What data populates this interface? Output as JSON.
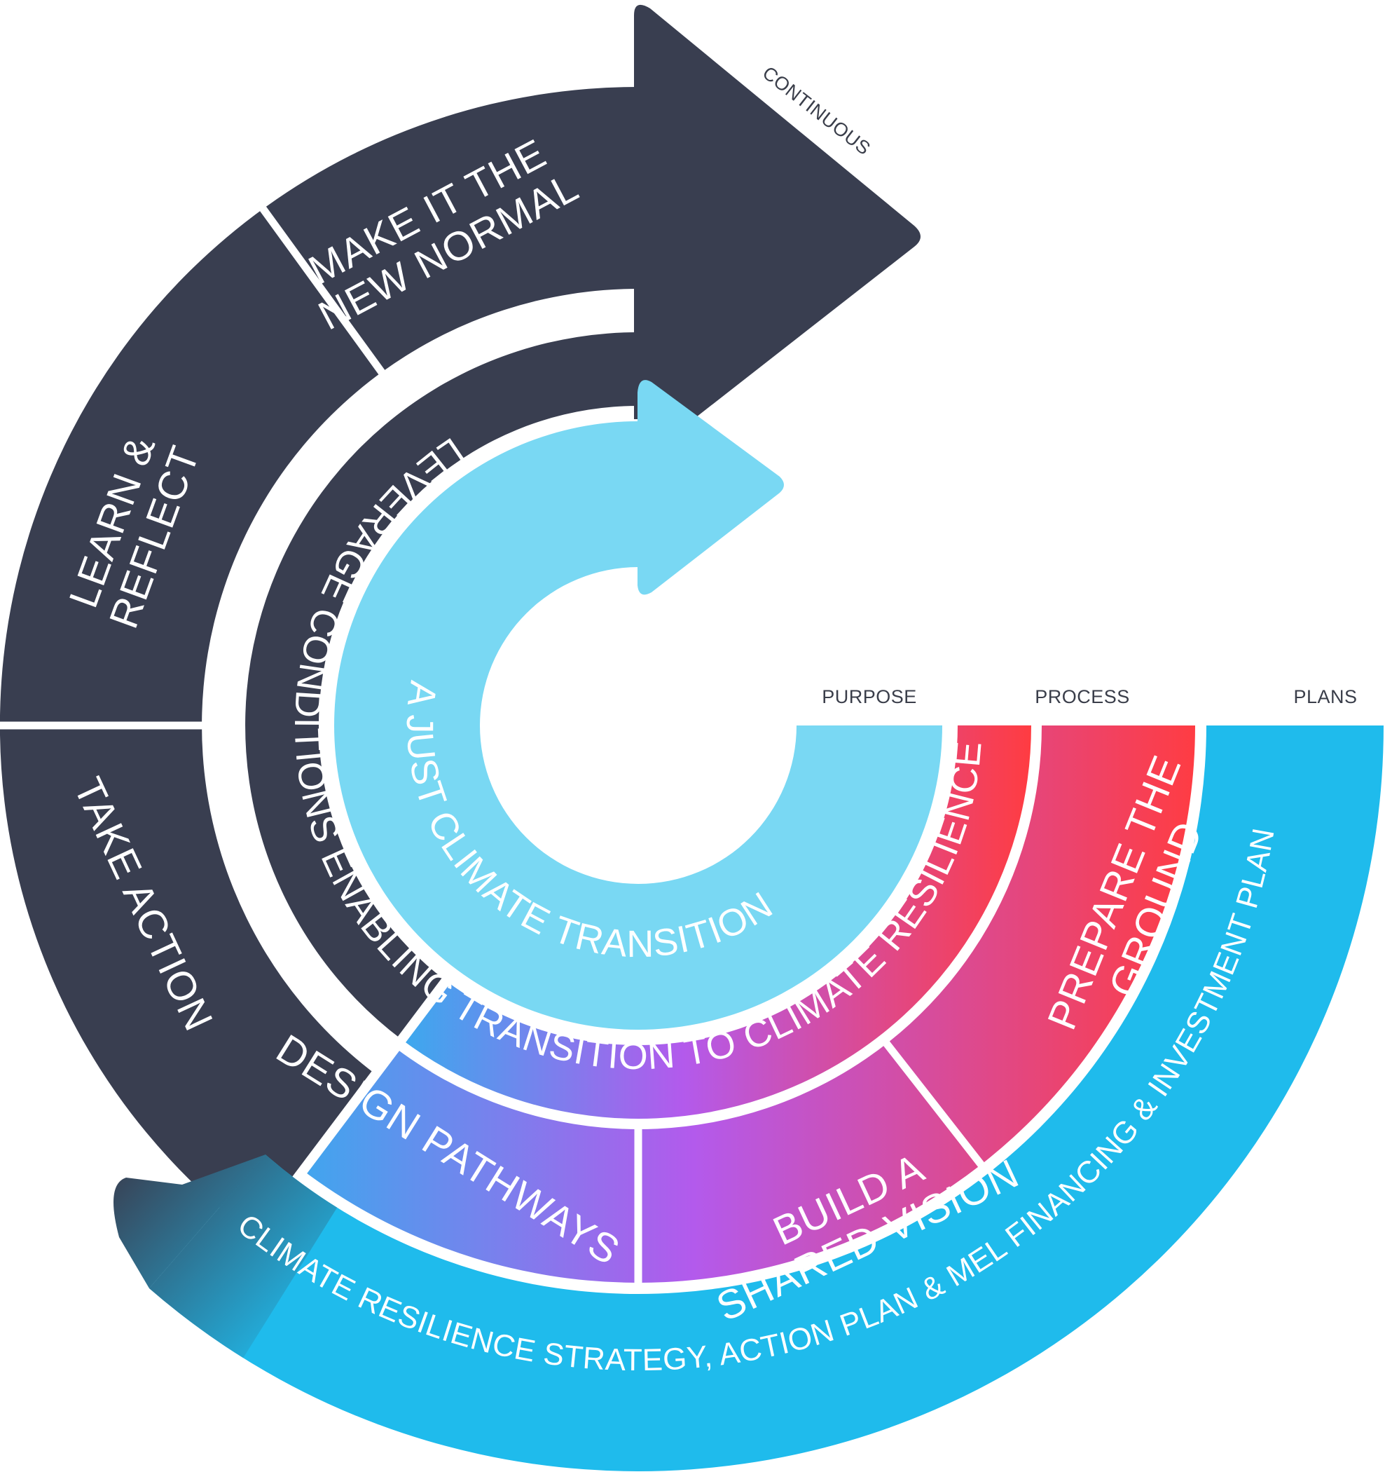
{
  "column_headers": {
    "purpose": "PURPOSE",
    "process": "PROCESS",
    "plans": "PLANS"
  },
  "arrow_note": "CONTINUOUS",
  "rings": {
    "center": "A JUST CLIMATE TRANSITION",
    "enabling": "LEVERAGE CONDITIONS ENABLING TRANSITION TO CLIMATE RESILIENCE",
    "plans": "CLIMATE RESILIENCE STRATEGY, ACTION PLAN & MEL FINANCING & INVESTMENT PLAN"
  },
  "process_steps": [
    {
      "lines": [
        "PREPARE THE",
        "GROUND"
      ]
    },
    {
      "lines": [
        "BUILD A",
        "SHARED VISION"
      ]
    },
    {
      "lines": [
        "DESIGN PATHWAYS"
      ]
    }
  ],
  "continuous_steps": [
    {
      "lines": [
        "TAKE ACTION"
      ]
    },
    {
      "lines": [
        "LEARN &",
        "REFLECT"
      ]
    },
    {
      "lines": [
        "MAKE IT THE",
        "NEW NORMAL"
      ]
    }
  ],
  "colors": {
    "dark": "#393e50",
    "light_blue": "#79d8f3",
    "cyan": "#1fbbec",
    "red": "#ff3d44",
    "magenta": "#b45cec",
    "blue": "#24b8ee"
  }
}
